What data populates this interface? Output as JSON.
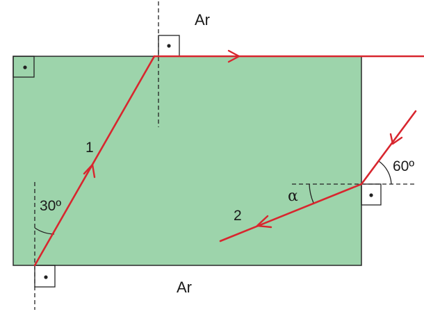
{
  "labels": {
    "medium_top": "Ar",
    "medium_bottom": "Ar",
    "ray_1": "1",
    "ray_2": "2",
    "angle_incidence_bottom": "30º",
    "angle_external_right": "60º",
    "angle_alpha": "α"
  },
  "colors": {
    "block_fill": "#9dd4ab",
    "block_stroke": "#2a2a2a",
    "ray": "#d8262e",
    "normal_line": "#222222"
  }
}
